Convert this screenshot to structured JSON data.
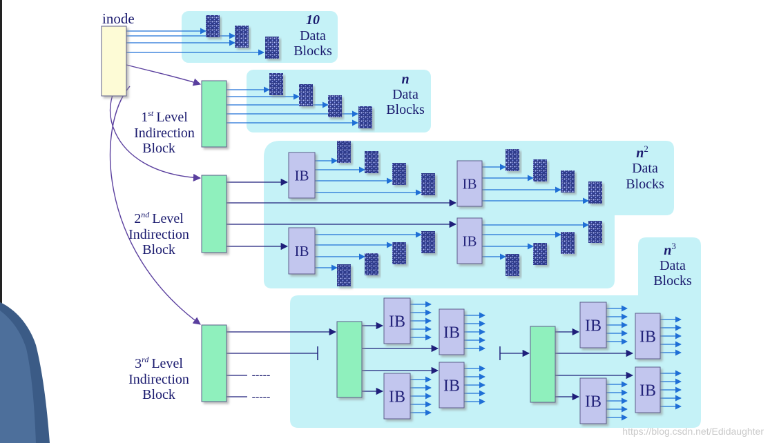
{
  "diagram": {
    "inode_label": "inode",
    "groups": {
      "direct": {
        "count": "10",
        "l1": "Data",
        "l2": "Blocks"
      },
      "single": {
        "count": "n",
        "l1": "Data",
        "l2": "Blocks"
      },
      "double": {
        "count": "n",
        "exp": "2",
        "l1": "Data",
        "l2": "Blocks"
      },
      "triple": {
        "count": "n",
        "exp": "3",
        "l1": "Data",
        "l2": "Blocks"
      }
    },
    "levels": {
      "first": {
        "num": "1",
        "sup": "st",
        "word": "Level",
        "l2": "Indirection",
        "l3": "Block"
      },
      "second": {
        "num": "2",
        "sup": "nd",
        "word": "Level",
        "l2": "Indirection",
        "l3": "Block"
      },
      "third": {
        "num": "3",
        "sup": "rd",
        "word": "Level",
        "l2": "Indirection",
        "l3": "Block"
      }
    },
    "ib_label": "IB",
    "ellipsis": "-----",
    "watermark": "https://blog.csdn.net/Edidaughter",
    "colors": {
      "panel": "#c5f2f7",
      "inode_fill": "#fdfbd6",
      "indirect_fill": "#8ff0bd",
      "ib_fill": "#c2c6ee",
      "data_block": "#2e3a8a",
      "arrow": "#1f6fd6",
      "ptr": "#1f1f7a",
      "curve": "#5a3f9e",
      "label": "#1a1a6e"
    }
  }
}
